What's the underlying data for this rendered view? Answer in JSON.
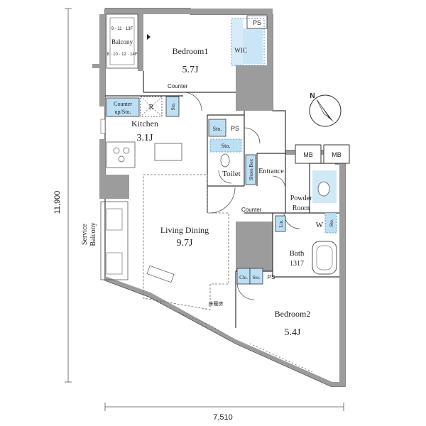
{
  "dimensions": {
    "height": "11,900",
    "width": "7,510"
  },
  "rooms": {
    "bedroom1": {
      "name": "Bedroom1",
      "size": "5.7J"
    },
    "bedroom2": {
      "name": "Bedroom2",
      "size": "5.4J"
    },
    "kitchen": {
      "name": "Kitchen",
      "size": "3.1J"
    },
    "living": {
      "name": "Living Dining",
      "size": "9.7J"
    },
    "bath": {
      "name": "Bath",
      "size": "1317"
    },
    "toilet": "Toilet",
    "entrance": "Entrance",
    "powder_line1": "Powder",
    "powder_line2": "Room",
    "balcony": "Balcony",
    "balcony_note_top": "9 · 11 · 13F",
    "balcony_note_bottom": "8 · 10 · 12 · 14F",
    "service_balcony_line1": "Service",
    "service_balcony_line2": "Balcony"
  },
  "labels": {
    "wic": "WIC",
    "ps": "PS",
    "counter": "Counter",
    "counter_upsto_line1": "Counter",
    "counter_upsto_line2": "up/Sto.",
    "r": "R",
    "sto": "Sto.",
    "mb": "MB",
    "shoes_box": "Shoes Box",
    "lin": "Lin.",
    "w": "W",
    "clo": "Clo.",
    "floor_heating": "床暖房"
  },
  "compass": {
    "label": "N"
  }
}
